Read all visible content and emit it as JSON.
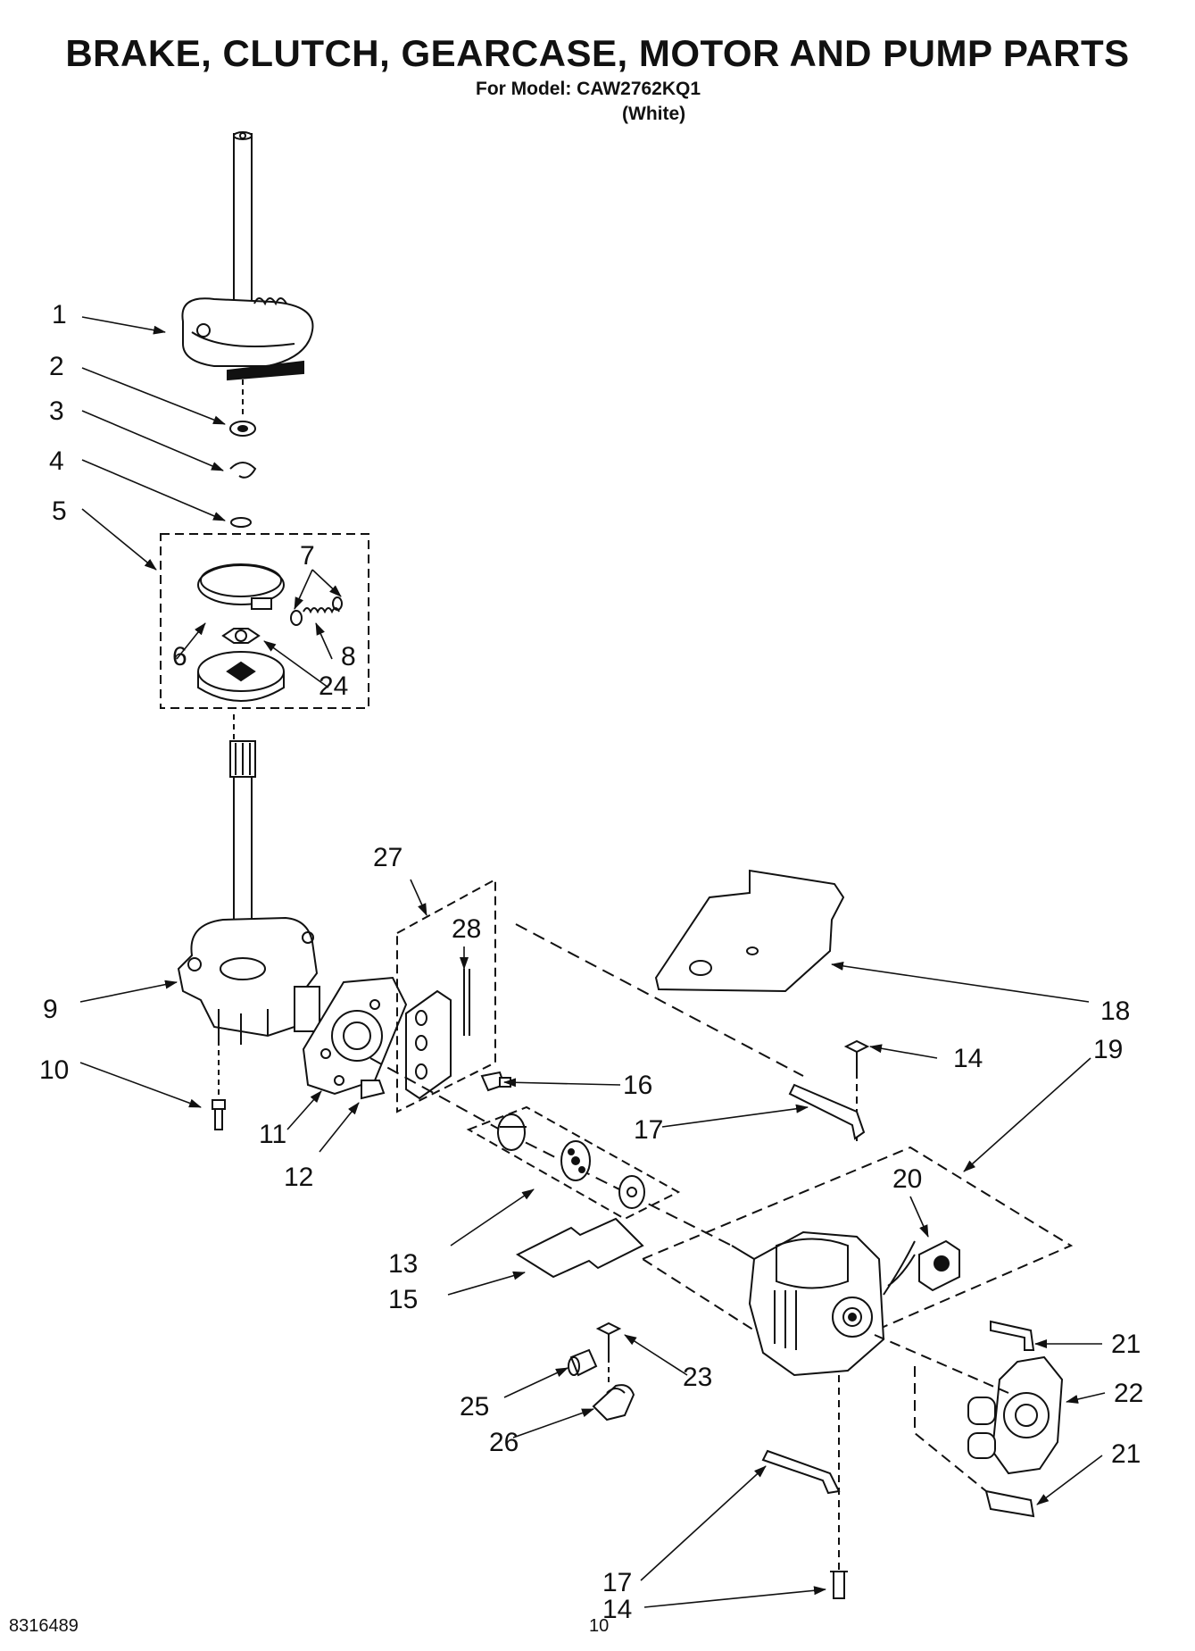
{
  "header": {
    "title": "BRAKE, CLUTCH, GEARCASE, MOTOR AND PUMP PARTS",
    "model_line": "For Model: CAW2762KQ1",
    "color_line": "(White)"
  },
  "callouts": {
    "c1": "1",
    "c2": "2",
    "c3": "3",
    "c4": "4",
    "c5": "5",
    "c6": "6",
    "c7": "7",
    "c8": "8",
    "c9": "9",
    "c10": "10",
    "c11": "11",
    "c12": "12",
    "c13": "13",
    "c14a": "14",
    "c14b": "14",
    "c15": "15",
    "c16": "16",
    "c17a": "17",
    "c17b": "17",
    "c18": "18",
    "c19": "19",
    "c20": "20",
    "c21a": "21",
    "c21b": "21",
    "c22": "22",
    "c23": "23",
    "c24": "24",
    "c25": "25",
    "c26": "26",
    "c27": "27",
    "c28": "28"
  },
  "footer": {
    "doc_number": "8316489",
    "page_number": "10"
  }
}
